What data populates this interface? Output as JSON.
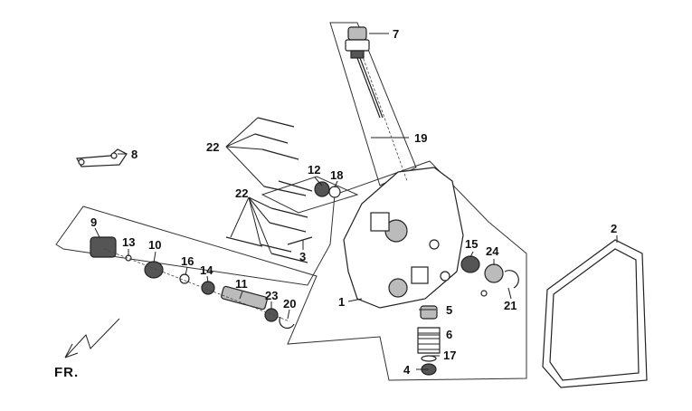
{
  "diagram": {
    "front_indicator": "FR.",
    "callouts": [
      {
        "id": "c1",
        "label": "1"
      },
      {
        "id": "c2",
        "label": "2"
      },
      {
        "id": "c3",
        "label": "3"
      },
      {
        "id": "c4",
        "label": "4"
      },
      {
        "id": "c5",
        "label": "5"
      },
      {
        "id": "c6",
        "label": "6"
      },
      {
        "id": "c7",
        "label": "7"
      },
      {
        "id": "c8",
        "label": "8"
      },
      {
        "id": "c9",
        "label": "9"
      },
      {
        "id": "c10",
        "label": "10"
      },
      {
        "id": "c11",
        "label": "11"
      },
      {
        "id": "c12",
        "label": "12"
      },
      {
        "id": "c13",
        "label": "13"
      },
      {
        "id": "c14",
        "label": "14"
      },
      {
        "id": "c15",
        "label": "15"
      },
      {
        "id": "c16",
        "label": "16"
      },
      {
        "id": "c17",
        "label": "17"
      },
      {
        "id": "c18",
        "label": "18"
      },
      {
        "id": "c19",
        "label": "19"
      },
      {
        "id": "c20",
        "label": "20"
      },
      {
        "id": "c21",
        "label": "21"
      },
      {
        "id": "c22a",
        "label": "22"
      },
      {
        "id": "c22b",
        "label": "22"
      },
      {
        "id": "c23",
        "label": "23"
      },
      {
        "id": "c24",
        "label": "24"
      }
    ]
  }
}
